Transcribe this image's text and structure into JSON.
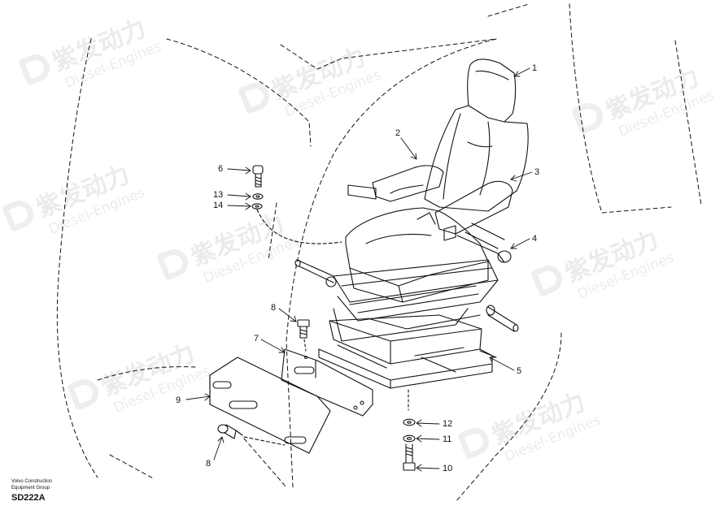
{
  "callouts": {
    "c1": "1",
    "c2": "2",
    "c3": "3",
    "c4": "4",
    "c5": "5",
    "c6": "6",
    "c7": "7",
    "c8a": "8",
    "c8b": "8",
    "c9": "9",
    "c10": "10",
    "c11": "11",
    "c12": "12",
    "c13": "13",
    "c14": "14"
  },
  "footer": {
    "company_line1": "Volvo Construction",
    "company_line2": "Equipment Group",
    "drawing_code": "SD222A"
  },
  "watermark": {
    "brand_cn": "紫发动力",
    "brand_en": "Diesel-Engines"
  },
  "colors": {
    "line": "#111111",
    "watermark": "#8a8a8a"
  }
}
